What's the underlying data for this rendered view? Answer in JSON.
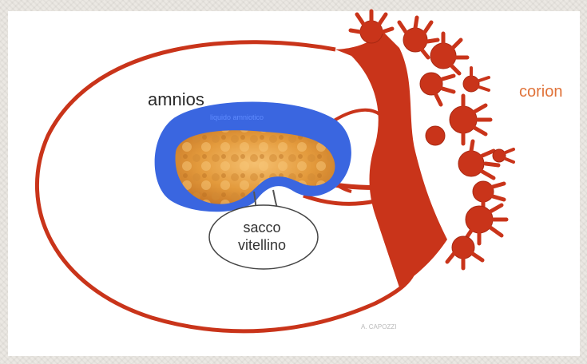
{
  "labels": {
    "amnios": "amnios",
    "corion": "corion",
    "sacco_line1": "sacco",
    "sacco_line2": "vitellino",
    "amniotic_cavity": "liquido amniotico",
    "credit": "A. CAPOZZI"
  },
  "colors": {
    "chorion": "#c9341a",
    "chorion_dark": "#a82812",
    "amnion": "#3a66e0",
    "embryo": "#e8a040",
    "yolk_sac": "#ffffff",
    "corion_label": "#e0733a"
  }
}
